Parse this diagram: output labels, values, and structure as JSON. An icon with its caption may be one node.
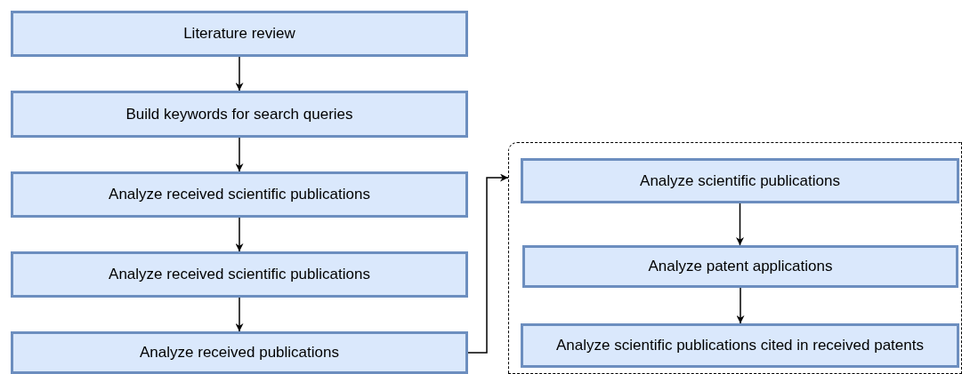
{
  "diagram": {
    "nodes": [
      {
        "text": [
          "Literature review"
        ]
      },
      {
        "text": [
          "Build keywords for search queries"
        ]
      },
      {
        "text": [
          "Analyze received scientific publications"
        ]
      },
      {
        "text": [
          "Analyze received scientific publications"
        ]
      },
      {
        "text": [
          "Analyze received publications"
        ]
      },
      {
        "text": [],
        "shape": "box"
      },
      {
        "text": [
          "Analyze scientific publications"
        ],
        "in": 5
      },
      {
        "text": [
          "Analyze patent applications"
        ],
        "in": 5
      },
      {
        "text": [
          "Analyze scientific publications cited in received patents"
        ],
        "in": 5
      }
    ],
    "edges": [
      {
        "from": 0,
        "to": 1,
        "arrow": "to"
      },
      {
        "from": 1,
        "to": 2,
        "arrow": "to"
      },
      {
        "from": 2,
        "to": 3,
        "arrow": "to"
      },
      {
        "from": 3,
        "to": 4,
        "arrow": "to"
      },
      {
        "from": 4,
        "to": 5,
        "arrow": "to"
      },
      {
        "from": 6,
        "to": 7,
        "arrow": "to"
      },
      {
        "from": 7,
        "to": 8,
        "arrow": "to"
      }
    ]
  }
}
